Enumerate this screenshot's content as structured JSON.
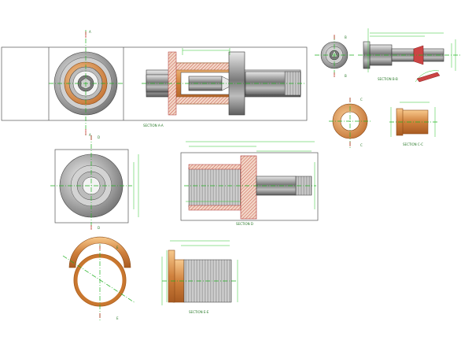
{
  "colors": {
    "background": "#ffffff",
    "centerline": "#21b021",
    "dimension": "#2bc42b",
    "section_line": "#cc2222",
    "copper": "#d98b4a",
    "steel": "#8d8d8d",
    "frame": "#555555"
  },
  "labels": {
    "section_a": "SECTION A-A",
    "section_b": "SECTION B-B",
    "section_c": "SECTION C-C",
    "section_d": "SECTION D",
    "section_e": "SECTION E-E",
    "mark_a": "A",
    "mark_b": "B",
    "mark_c": "C",
    "mark_d": "D",
    "mark_e": "E"
  }
}
